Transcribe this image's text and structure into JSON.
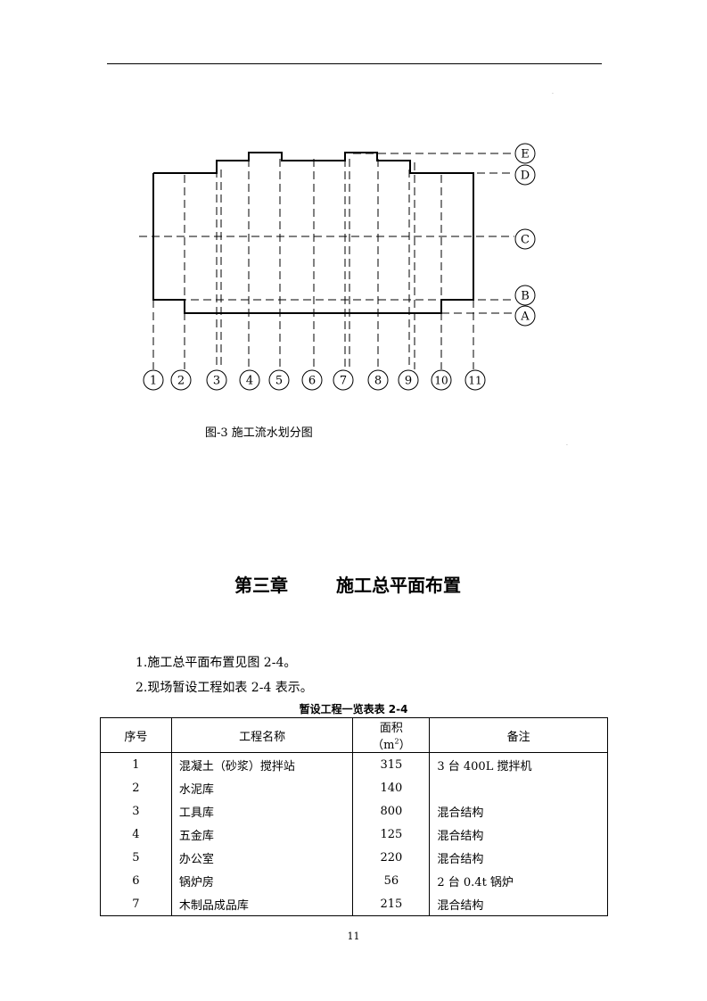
{
  "figure": {
    "caption": "图-3 施工流水划分图",
    "row_axes": [
      "E",
      "D",
      "C",
      "B",
      "A"
    ],
    "col_axes": [
      "1",
      "2",
      "3",
      "4",
      "5",
      "6",
      "7",
      "8",
      "9",
      "10",
      "11"
    ]
  },
  "chapter": {
    "number": "第三章",
    "title": "施工总平面布置"
  },
  "paragraphs": [
    "1.施工总平面布置见图 2-4。",
    "2.现场暂设工程如表 2-4 表示。"
  ],
  "table": {
    "title": "暂设工程一览表表 2-4",
    "headers": {
      "no": "序号",
      "name": "工程名称",
      "area": "面积（m",
      "area_sup": "2",
      "area_close": "）",
      "note": "备注"
    },
    "rows": [
      {
        "no": "1",
        "name": "混凝土（砂浆）搅拌站",
        "area": "315",
        "note": "3 台 400L 搅拌机"
      },
      {
        "no": "2",
        "name": "水泥库",
        "area": "140",
        "note": ""
      },
      {
        "no": "3",
        "name": "工具库",
        "area": "800",
        "note": "混合结构"
      },
      {
        "no": "4",
        "name": "五金库",
        "area": "125",
        "note": "混合结构"
      },
      {
        "no": "5",
        "name": "办公室",
        "area": "220",
        "note": "混合结构"
      },
      {
        "no": "6",
        "name": "锅炉房",
        "area": "56",
        "note": "2 台 0.4t 锅炉"
      },
      {
        "no": "7",
        "name": "木制品成品库",
        "area": "215",
        "note": "混合结构"
      }
    ]
  },
  "page_number": "11"
}
